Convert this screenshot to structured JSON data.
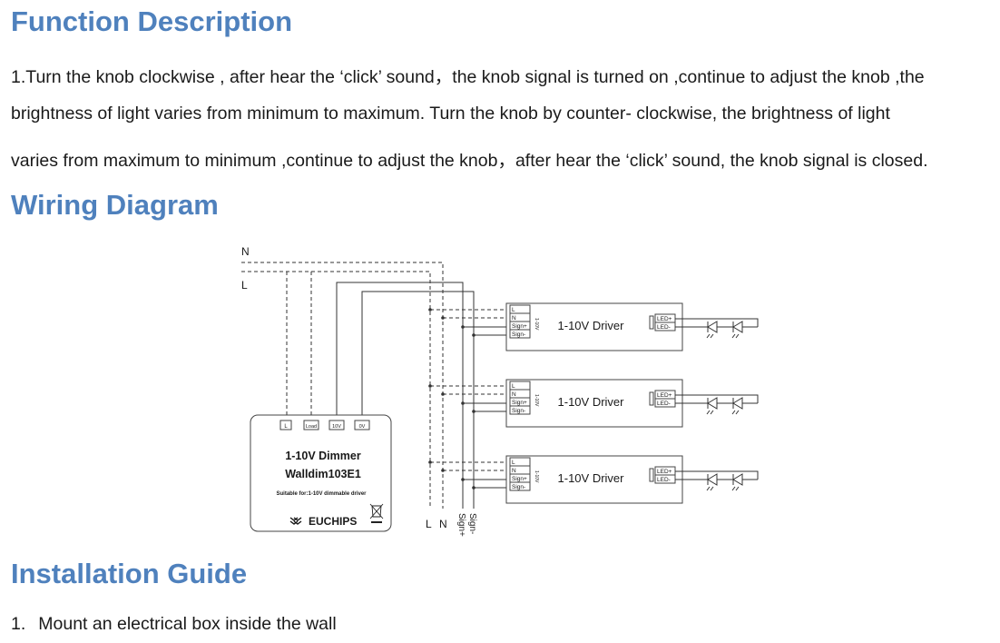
{
  "sections": {
    "function_title": "Function Description",
    "function_lines": [
      "1.Turn the knob clockwise , after hear the ‘click’ sound，the knob signal is turned on ,continue to adjust the knob ,the",
      "brightness of light varies from minimum to maximum. Turn the knob by counter- clockwise, the brightness of light",
      "varies from maximum to minimum ,continue to adjust the knob，after hear the ‘click’ sound, the knob signal is closed."
    ],
    "wiring_title": "Wiring Diagram",
    "install_title": "Installation Guide",
    "install_step_1_num": "1.",
    "install_step_1": "Mount an electrical box inside the wall"
  },
  "diagram": {
    "label_n": "N",
    "label_l": "L",
    "dimmer": {
      "terminals": [
        "L",
        "Load",
        "10V",
        "0V"
      ],
      "title": "1-10V Dimmer",
      "model": "Walldim103E1",
      "note": "Suitable for:1-10V dimmable driver",
      "brand": "EUCHIPS"
    },
    "driver": {
      "label": "1-10V Driver",
      "inputs": [
        "L",
        "N",
        "Sign+",
        "Sign-"
      ],
      "side_label": "1-10V",
      "outputs": [
        "LED+",
        "LED-"
      ]
    },
    "bus_labels": [
      "L",
      "N",
      "Sign+",
      "Sign-"
    ]
  }
}
